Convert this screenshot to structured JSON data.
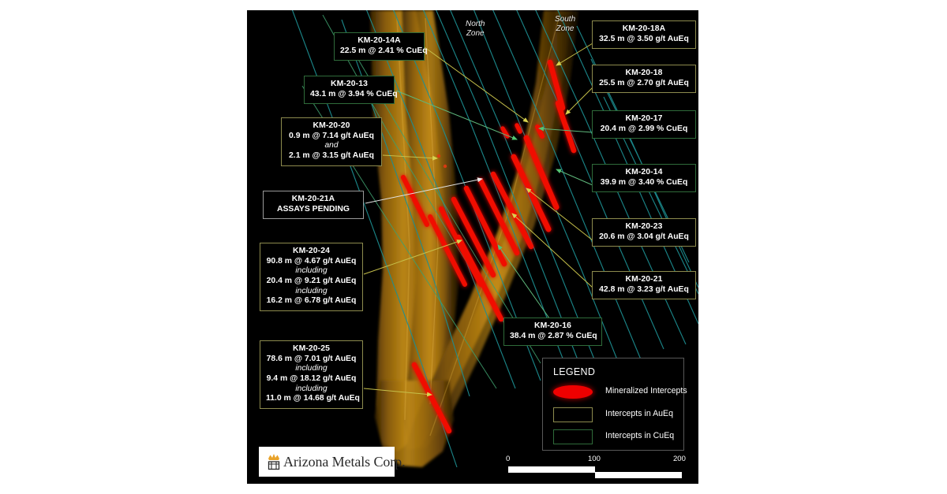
{
  "scene": {
    "zones": [
      {
        "name": "north-zone",
        "line1": "North",
        "line2": "Zone"
      },
      {
        "name": "south-zone",
        "line1": "South",
        "line2": "Zone"
      }
    ]
  },
  "callouts": [
    {
      "id": "km-20-14a",
      "type": "cueq",
      "hole": "KM-20-14A",
      "lines": [
        {
          "text": "22.5 m @ 2.41 % CuEq",
          "style": "value"
        }
      ]
    },
    {
      "id": "km-20-13",
      "type": "cueq",
      "hole": "KM-20-13",
      "lines": [
        {
          "text": "43.1 m @ 3.94 % CuEq",
          "style": "value"
        }
      ]
    },
    {
      "id": "km-20-20",
      "type": "aueq",
      "hole": "KM-20-20",
      "lines": [
        {
          "text": "0.9 m @ 7.14 g/t AuEq",
          "style": "value"
        },
        {
          "text": "and",
          "style": "italic"
        },
        {
          "text": "2.1 m @ 3.15 g/t AuEq",
          "style": "value"
        }
      ]
    },
    {
      "id": "km-20-21a",
      "type": "pending",
      "hole": "KM-20-21A",
      "lines": [
        {
          "text": "ASSAYS PENDING",
          "style": "value"
        }
      ]
    },
    {
      "id": "km-20-24",
      "type": "aueq",
      "hole": "KM-20-24",
      "lines": [
        {
          "text": "90.8 m @ 4.67 g/t AuEq",
          "style": "value"
        },
        {
          "text": "including",
          "style": "italic"
        },
        {
          "text": "20.4 m @ 9.21 g/t AuEq",
          "style": "value"
        },
        {
          "text": "including",
          "style": "italic"
        },
        {
          "text": "16.2 m @ 6.78 g/t AuEq",
          "style": "value"
        }
      ]
    },
    {
      "id": "km-20-25",
      "type": "aueq",
      "hole": "KM-20-25",
      "lines": [
        {
          "text": "78.6 m @ 7.01 g/t AuEq",
          "style": "value"
        },
        {
          "text": "including",
          "style": "italic"
        },
        {
          "text": "9.4 m @ 18.12 g/t AuEq",
          "style": "value"
        },
        {
          "text": "including",
          "style": "italic"
        },
        {
          "text": "11.0 m @ 14.68 g/t AuEq",
          "style": "value"
        }
      ]
    },
    {
      "id": "km-20-18a",
      "type": "aueq",
      "hole": "KM-20-18A",
      "lines": [
        {
          "text": "32.5 m @ 3.50 g/t AuEq",
          "style": "value"
        }
      ]
    },
    {
      "id": "km-20-18",
      "type": "aueq",
      "hole": "KM-20-18",
      "lines": [
        {
          "text": "25.5 m @ 2.70 g/t AuEq",
          "style": "value"
        }
      ]
    },
    {
      "id": "km-20-17",
      "type": "cueq",
      "hole": "KM-20-17",
      "lines": [
        {
          "text": "20.4 m @ 2.99 % CuEq",
          "style": "value"
        }
      ]
    },
    {
      "id": "km-20-14",
      "type": "cueq",
      "hole": "KM-20-14",
      "lines": [
        {
          "text": "39.9 m @ 3.40 % CuEq",
          "style": "value"
        }
      ]
    },
    {
      "id": "km-20-23",
      "type": "aueq",
      "hole": "KM-20-23",
      "lines": [
        {
          "text": "20.6 m @ 3.04 g/t AuEq",
          "style": "value"
        }
      ]
    },
    {
      "id": "km-20-21",
      "type": "aueq",
      "hole": "KM-20-21",
      "lines": [
        {
          "text": "42.8 m @ 3.23 g/t AuEq",
          "style": "value"
        }
      ]
    },
    {
      "id": "km-20-16",
      "type": "cueq",
      "hole": "KM-20-16",
      "lines": [
        {
          "text": "38.4 m @ 2.87 % CuEq",
          "style": "value"
        }
      ]
    }
  ],
  "legend": {
    "title": "LEGEND",
    "rows": [
      {
        "swatch": "ellipse",
        "label": "Mineralized Intercepts"
      },
      {
        "swatch": "box-aueq",
        "label": "Intercepts in AuEq"
      },
      {
        "swatch": "box-cueq",
        "label": "Intercepts in CuEq"
      }
    ]
  },
  "scalebar": {
    "ticks": [
      "0",
      "100",
      "200"
    ],
    "unit": "m"
  },
  "logo": {
    "text": "Arizona Metals Corp.",
    "icon": "crown-icon"
  },
  "colors": {
    "intercept_red": "#ee0000",
    "aueq_border": "#8d8b4e",
    "cueq_border": "#2f6b3a",
    "pending_border": "#9a9a9a",
    "ore_body": "#b07a10",
    "drill_trace_teal": "#1f9a9a",
    "leader_yellow": "#c9c24a",
    "leader_green": "#4fb96a",
    "leader_white": "#e0e0e0",
    "background": "#000000",
    "crown_gold": "#e8a22a"
  }
}
